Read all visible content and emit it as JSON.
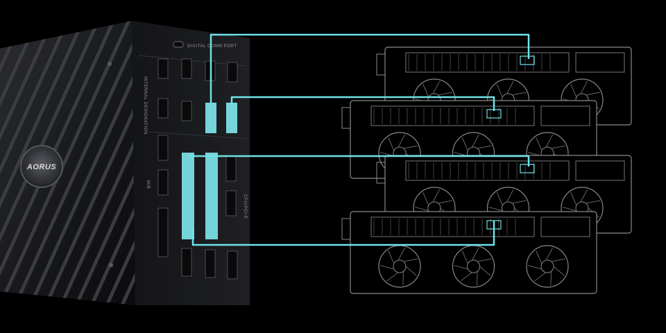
{
  "psu": {
    "brand": "AORUS",
    "port_label": "DIGITAL COMM PORT",
    "side_label": "INTERNAL DESIGNATION",
    "rail_label_left": "M/B",
    "rail_label_right": "CPU/PCI-E"
  },
  "colors": {
    "background": "#000000",
    "cable": "#6fe3e8",
    "connector_fill": "#7fe9ee",
    "psu_body": "#1c1d20",
    "gpu_line": "#8a8a8a"
  },
  "icons": {
    "fan_grille": "diagonal-slats",
    "gpu": "gpu-card-outline"
  }
}
